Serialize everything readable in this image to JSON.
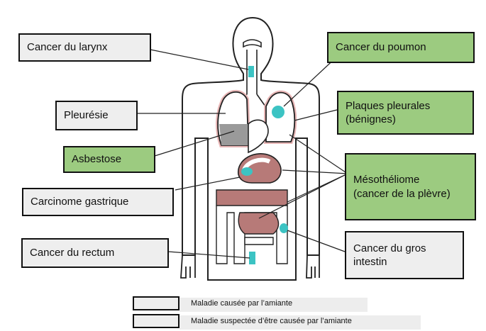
{
  "labels": {
    "larynx": "Cancer du larynx",
    "poumon": "Cancer du poumon",
    "pleuresie": "Pleurésie",
    "plaques_line1": "Plaques pleurales",
    "plaques_line2": "(bénignes)",
    "asbestose": "Asbestose",
    "mesotheliome_line1": "Mésothéliome",
    "mesotheliome_line2": "(cancer de la plèvre)",
    "gastrique": "Carcinome gastrique",
    "rectum": "Cancer du rectum",
    "gros_line1": "Cancer du gros",
    "gros_line2": "intestin"
  },
  "legend": {
    "caused": "Maladie causée par l’amiante",
    "suspected": "Maladie suspectée d’être causée par l’amiante"
  },
  "colors": {
    "caused_box": "#eeeeee",
    "suspected_box": "#9ccb80",
    "tumor": "#3cc3c3",
    "organ_red": "#b77a78",
    "lung_grey": "#9a9a9a"
  }
}
